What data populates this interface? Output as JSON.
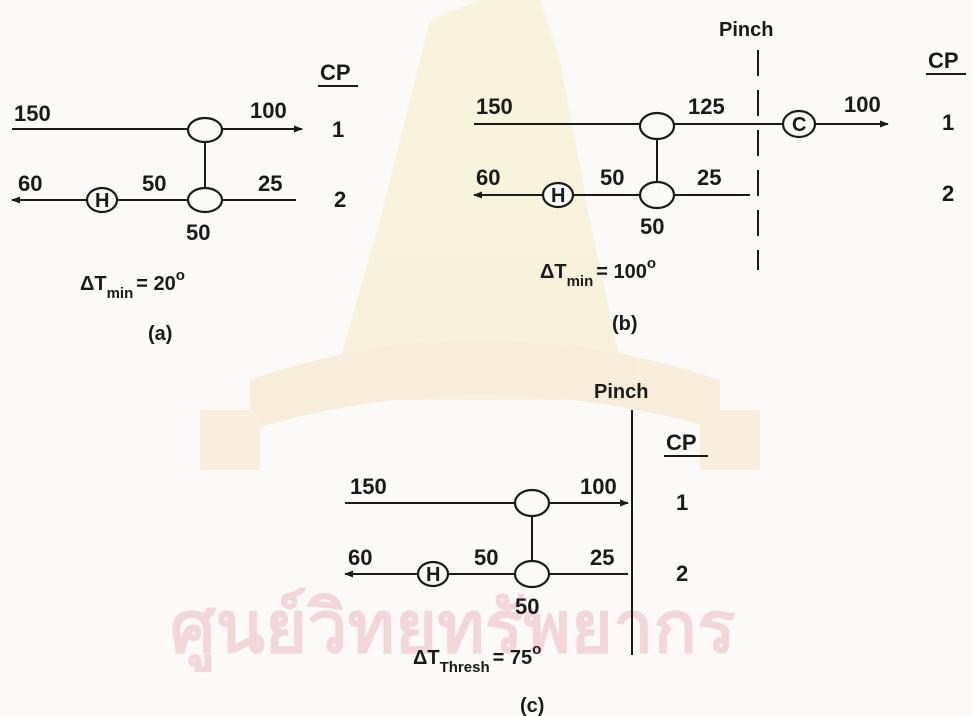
{
  "cp_header": "CP",
  "pinch_label": "Pinch",
  "watermark": "ศูนย์วิทยทรัพยากร",
  "colors": {
    "ink": "#1a1a1a",
    "watermark_red": "#f2d6da",
    "watermark_gold": "#f6ecc6"
  },
  "panels": {
    "a": {
      "label": "(a)",
      "hot_in": "150",
      "hot_out": "100",
      "cold_in": "25",
      "cold_out": "60",
      "cold_mid": "50",
      "exchanger_temp": "50",
      "heater": "H",
      "cp1": "1",
      "cp2": "2",
      "dt_main": "ΔT",
      "dt_sub": "min",
      "dt_eq": "= 20",
      "dt_sup": "o"
    },
    "b": {
      "label": "(b)",
      "hot_in": "150",
      "hot_mid": "125",
      "hot_out": "100",
      "cold_in": "25",
      "cold_out": "60",
      "cold_mid": "50",
      "exchanger_temp": "50",
      "heater": "H",
      "cooler": "C",
      "cp1": "1",
      "cp2": "2",
      "dt_main": "ΔT",
      "dt_sub": "min",
      "dt_eq": "= 100",
      "dt_sup": "o"
    },
    "c": {
      "label": "(c)",
      "hot_in": "150",
      "hot_out": "100",
      "cold_in": "25",
      "cold_out": "60",
      "cold_mid": "50",
      "exchanger_temp": "50",
      "heater": "H",
      "cp1": "1",
      "cp2": "2",
      "dt_main": "ΔT",
      "dt_sub": "Thresh",
      "dt_eq": "= 75",
      "dt_sup": "o"
    }
  }
}
